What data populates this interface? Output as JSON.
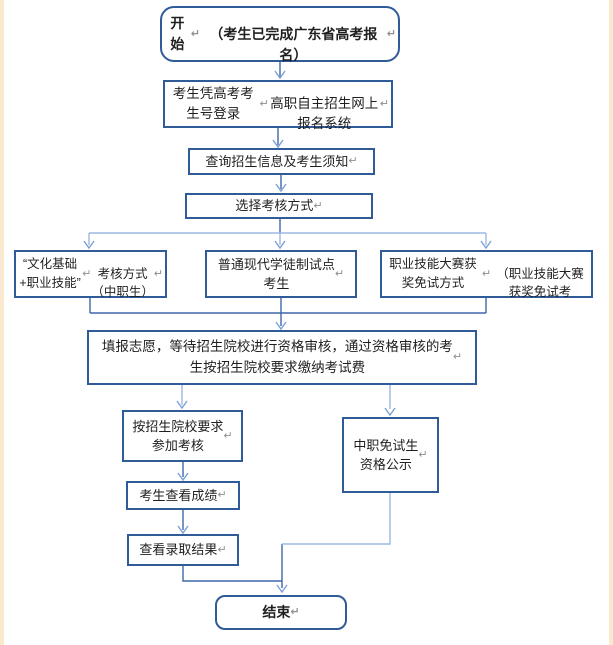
{
  "diagram_type": "flowchart",
  "nodes": {
    "start": {
      "text": "开始↵\n（考生已完成广东省高考报名）↵"
    },
    "login": {
      "text": "考生凭高考考生号登录↵\n高职自主招生网上报名系统↵"
    },
    "query": {
      "text": "查询招生信息及考生须知↵"
    },
    "choose": {
      "text": "选择考核方式↵"
    },
    "branch_culture": {
      "text": "“文化基础+职业技能”↵\n考核方式（中职生）↵"
    },
    "branch_apprentice": {
      "text": "普通现代学徒制试点\n考生↵"
    },
    "branch_skill": {
      "text": "职业技能大赛获奖免试方式↵\n（职业技能大赛获奖免试考"
    },
    "fill": {
      "text": "填报志愿，等待招生院校进行资格审核，通过资格审核的考\n生按招生院校要求缴纳考试费↵"
    },
    "attend": {
      "text": "按招生院校要求\n参加考核↵"
    },
    "publicity": {
      "text": "中职免试生\n资格公示↵"
    },
    "score": {
      "text": "考生查看成绩↵"
    },
    "result": {
      "text": "查看录取结果↵"
    },
    "end": {
      "text": "结束↵"
    }
  },
  "colors": {
    "border": "#2f5b98",
    "line": "#3f67a9",
    "line_light": "#9db8e2",
    "head": "#7da0d4",
    "text": "#1f1f1f",
    "return_mark": "#8e8e8e",
    "edge_strip": "#fbe9cf",
    "bg": "#ffffff"
  }
}
